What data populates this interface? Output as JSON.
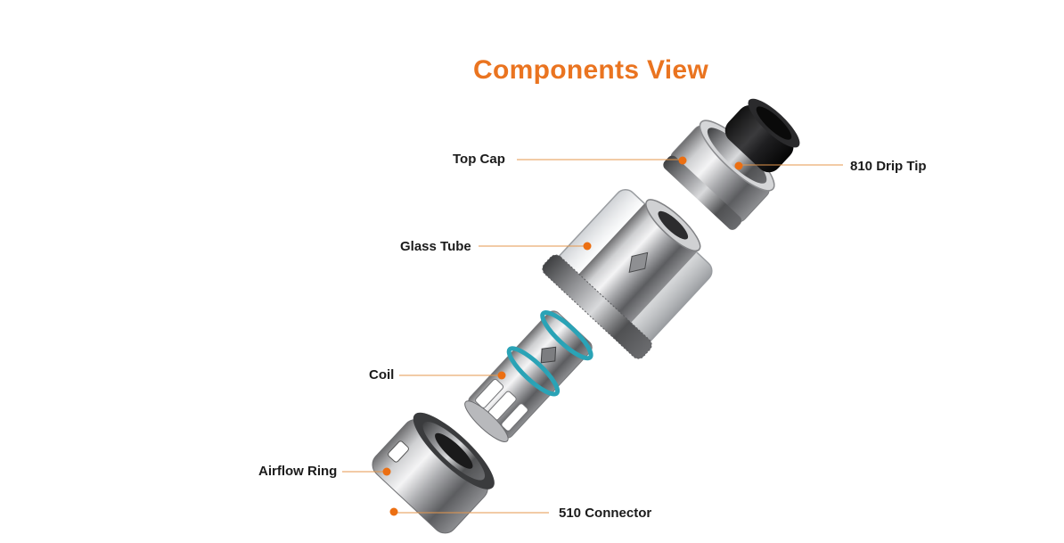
{
  "title": "Components View",
  "accent_color": "#ea7420",
  "components": [
    {
      "id": "top-cap",
      "label": "Top Cap"
    },
    {
      "id": "drip-tip",
      "label": "810 Drip Tip"
    },
    {
      "id": "glass-tube",
      "label": "Glass Tube"
    },
    {
      "id": "coil",
      "label": "Coil"
    },
    {
      "id": "airflow-ring",
      "label": "Airflow Ring"
    },
    {
      "id": "connector",
      "label": "510 Connector"
    }
  ]
}
